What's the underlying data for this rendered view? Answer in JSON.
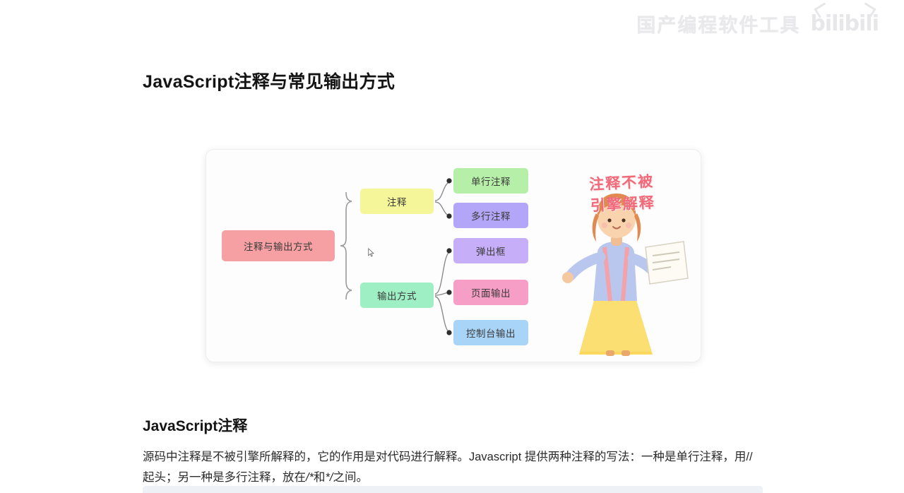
{
  "watermark": {
    "text": "国产编程软件工具",
    "logo": "bilibili"
  },
  "page": {
    "title": "JavaScript注释与常见输出方式",
    "subtitle": "JavaScript注释",
    "paragraph_part1": "源码中注释是不被引擎所解释的，它的作用是对代码进行解释。Javascript 提供两种注释的写法：一种是单行注释，用//起头；另一种是多行注释，放在",
    "paragraph_em1": "/*",
    "paragraph_part2": "和",
    "paragraph_em2": "*/",
    "paragraph_part3": "之间。"
  },
  "diagram": {
    "root": "注释与输出方式",
    "branch_comment": "注释",
    "branch_output": "输出方式",
    "leaf_single_line": "单行注释",
    "leaf_multi_line": "多行注释",
    "leaf_alert": "弹出框",
    "leaf_page": "页面输出",
    "leaf_console": "控制台输出",
    "illustration_text_line1": "注释不被",
    "illustration_text_line2": "引擎解释",
    "colors": {
      "root": "#f6a0a3",
      "comment": "#f5f59a",
      "output": "#9ef0c4",
      "single": "#b6f0a8",
      "multi": "#b3a5f7",
      "alert": "#c7aef8",
      "page": "#f79ec6",
      "console": "#a8d4f7",
      "illustration_text": "#f06a7a"
    }
  }
}
